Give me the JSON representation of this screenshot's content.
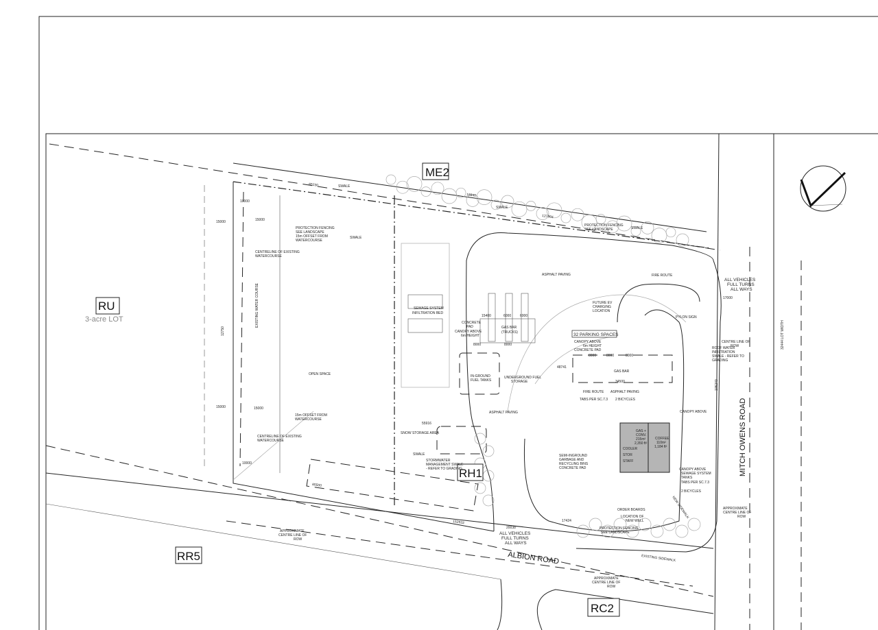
{
  "zones": {
    "me2": "ME2",
    "ru": "RU",
    "ru_note": "3-acre LOT",
    "rr5": "RR5",
    "rh1": "RH1",
    "rc2": "RC2"
  },
  "roads": {
    "albion": "ALBION ROAD",
    "mitch_owens": "MITCH OWENS ROAD"
  },
  "labels": {
    "asphalt_paving": "ASPHALT PAVING",
    "sewage_bed_1": "SEWAGE SYSTEM",
    "sewage_bed_2": "INFILTRATION BED",
    "parking": "32 PARKING SPACES",
    "gas_bar": "GAS BAR",
    "gas_bar_trucks_1": "GAS BAR",
    "gas_bar_trucks_2": "(TRUCKS)",
    "fuel_tanks_1": "IN-GROUND",
    "fuel_tanks_2": "FUEL TANKS",
    "fuel_storage_1": "UNDERGROUND FUEL",
    "fuel_storage_2": "STORAGE",
    "open_space": "OPEN SPACE",
    "water_course": "EXISTING WATER COURSE",
    "snow_storage": "SNOW STORAGE AREA",
    "swale": "SWALE",
    "stormwater_1": "STORMWATER",
    "stormwater_2": "MANAGEMENT SWALE",
    "stormwater_3": "- REFER TO GRADING",
    "protection_fencing_1": "PROTECTION FENCING",
    "protection_fencing_2": "SEE LANDSCAPE",
    "offset_1": "15m OFFSET FROM",
    "offset_2": "WATERCOURSE",
    "centreline_1": "CENTRELINE OF EXISTING",
    "centreline_2": "WATERCOURSE",
    "all_vehicles_1": "ALL VEHICLES",
    "all_vehicles_2": "FULL TURNS",
    "all_vehicles_3": "ALL WAYS",
    "centre_row_1": "APPROXIMATE",
    "centre_row_2": "CENTRE LINE OF",
    "centre_row_3": "ROW",
    "centre_line_row": "CENTRE LINE OF",
    "row": "ROW",
    "roof_water_1": "ROOF WATER",
    "roof_water_2": "INFILTRATION",
    "roof_water_3": "SWALE - REFER TO",
    "roof_water_4": "GRADING",
    "ev_1": "FUTURE EV",
    "ev_2": "CHARGING",
    "ev_3": "LOCATION",
    "fire_route": "FIRE ROUTE",
    "pylon_sign": "PYLON SIGN",
    "canopy_above": "CANOPY ABOVE",
    "canopy_6m_1": "CANOPY ABOVE",
    "canopy_6m_2": "6m HEIGHT",
    "concrete_pad_1": "CONCRETE",
    "concrete_pad_2": "PAD",
    "canopy_conc": "CONCRETE PAD",
    "bicycles": "2 BICYCLES",
    "bicycles_2": "2 BICYCLES",
    "per_sc": "TABS PER SC.7.3",
    "garbage_1": "SEMI-INGROUND",
    "garbage_2": "GARBAGE AND",
    "garbage_3": "RECYCLING BINS",
    "garbage_4": "CONCRETE PAD",
    "order_boards": "ORDER BOARDS",
    "new_well_1": "LOCATION OF",
    "new_well_2": "NEW WELL",
    "sewage_tanks_1": "SEWAGE SYSTEM",
    "sewage_tanks_2": "TANKS",
    "existing_sidewalk": "EXISTING SIDEWALK",
    "new_sidewalk": "NEW SIDEWALK",
    "lot_width": "32444 LOT WIDTH"
  },
  "building": {
    "gas_conv_1": "GAS +",
    "gas_conv_2": "CONV.",
    "gas_conv_3": "215m²",
    "gas_conv_4": "2,350 ft²",
    "coffee_1": "COFFEE",
    "coffee_2": "110m²",
    "coffee_3": "1,184 ft²",
    "cooler": "COOLER",
    "stor": "STOR",
    "staff": "STAFF"
  },
  "dimensions": {
    "d65230": "65230",
    "d16840": "16840",
    "d127604": "127604",
    "d10000a": "10000",
    "d15000a": "15000",
    "d15000b": "15000",
    "d15000c": "15000",
    "d15000d": "15000",
    "d10000b": "10000",
    "d12750": "12750",
    "d65500": "65500",
    "d55916": "55916",
    "d152933": "152933",
    "d15400": "15400",
    "d6000a": "6000",
    "d6000b": "6000",
    "d8000a": "8000",
    "d8000b": "8000",
    "d8000c": "8000",
    "d8000d": "8000",
    "d8000e": "8000",
    "d34500": "34500",
    "d48741": "48741",
    "d17000": "17000",
    "d105240": "105240",
    "d17424": "17424",
    "d20038": "20038"
  },
  "colors": {
    "building_fill": "#b5b5b5",
    "line": "#222222",
    "tree": "#aaaaaa"
  }
}
